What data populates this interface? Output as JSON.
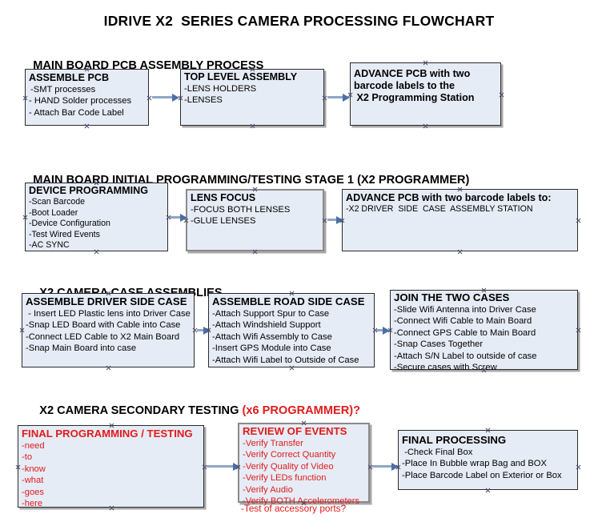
{
  "document": {
    "title": "IDRIVE X2  SERIES CAMERA PROCESSING FLOWCHART",
    "colors": {
      "box_fill": "#e6ecf6",
      "box_border": "#2b2b2b",
      "box_border_gray": "#8a8a8a",
      "accent_red": "#e01b1b",
      "arrow": "#8ea6c4",
      "text": "#000000"
    }
  },
  "sections": [
    {
      "id": "main-board-pcb-assembly",
      "title": "MAIN BOARD PCB ASSEMBLY PROCESS",
      "title_accent": "",
      "nodes": [
        {
          "id": "assemble-pcb",
          "heading": "ASSEMBLE PCB",
          "lines": [
            "-SMT processes",
            "- HAND Solder processes",
            "- Attach Bar Code Label"
          ]
        },
        {
          "id": "top-level-assembly",
          "heading": "TOP LEVEL ASSEMBLY",
          "lines": [
            "-LENS HOLDERS",
            "-LENSES"
          ]
        },
        {
          "id": "advance-pcb-to-x2-station",
          "heading": "ADVANCE PCB with two",
          "lines": [
            "barcode labels to the",
            " X2 Programming Station"
          ]
        }
      ]
    },
    {
      "id": "main-board-initial-programming",
      "title": "MAIN BOARD INITIAL PROGRAMMING/TESTING STAGE 1 (X2 PROGRAMMER)",
      "title_accent": "",
      "nodes": [
        {
          "id": "device-programming",
          "heading": "DEVICE PROGRAMMING",
          "lines": [
            "-Scan Barcode",
            "-Boot Loader",
            "-Device Configuration",
            "-Test Wired Events",
            "-AC SYNC"
          ]
        },
        {
          "id": "lens-focus",
          "heading": "LENS FOCUS",
          "lines": [
            "-FOCUS BOTH LENSES",
            "-GLUE LENSES"
          ]
        },
        {
          "id": "advance-pcb-to-driver-side-station",
          "heading": "ADVANCE PCB with two barcode labels to:",
          "lines": [
            "-X2 DRIVER  SIDE  CASE  ASSEMBLY STATION"
          ]
        }
      ]
    },
    {
      "id": "x2-camera-case-assemblies",
      "title": "X2 CAMERA CASE ASSEMBLIES",
      "title_accent": "",
      "nodes": [
        {
          "id": "assemble-driver-side-case",
          "heading": "ASSEMBLE DRIVER SIDE CASE",
          "lines": [
            " - Insert LED Plastic lens into Driver Case",
            "-Snap LED Board with Cable into Case",
            "-Connect LED Cable to X2 Main Board",
            "-Snap Main Board into case"
          ]
        },
        {
          "id": "assemble-road-side-case",
          "heading": "ASSEMBLE ROAD SIDE CASE",
          "lines": [
            "-Attach Support Spur to Case",
            "-Attach Windshield Support",
            "-Attach Wifi Assembly to Case",
            "-Insert GPS Module into Case",
            "-Attach Wifi Label to Outside of Case"
          ]
        },
        {
          "id": "join-the-two-cases",
          "heading": "JOIN THE TWO CASES",
          "lines": [
            "-Slide Wifi Antenna into Driver Case",
            "-Connect Wifi Cable to Main Board",
            "-Connect GPS Cable to Main Board",
            "-Snap Cases Together",
            "-Attach S/N Label to outside of case",
            "-Secure cases with Screw"
          ]
        }
      ]
    },
    {
      "id": "x2-camera-secondary-testing",
      "title": "X2 CAMERA SECONDARY TESTING ",
      "title_accent": "(x6 PROGRAMMER)?",
      "nodes": [
        {
          "id": "final-programming-testing",
          "heading": "FINAL PROGRAMMING / TESTING",
          "lines": [
            "-need",
            "-to",
            "-know",
            "-what",
            "-goes",
            "-here"
          ]
        },
        {
          "id": "review-of-events",
          "heading": "REVIEW OF EVENTS",
          "lines": [
            "-Verify Transfer",
            "-Verify Correct Quantity",
            "-Verify Quality of Video",
            "-Verify LEDs function",
            "-Verify Audio",
            "-Verify BOTH Accelerometers"
          ],
          "overflow_line": "-Test of accessory ports?"
        },
        {
          "id": "final-processing",
          "heading": "FINAL PROCESSING",
          "lines": [
            " -Check Final Box",
            "-Place In Bubble wrap Bag and BOX",
            "-Place Barcode Label on Exterior or Box"
          ]
        }
      ]
    }
  ]
}
